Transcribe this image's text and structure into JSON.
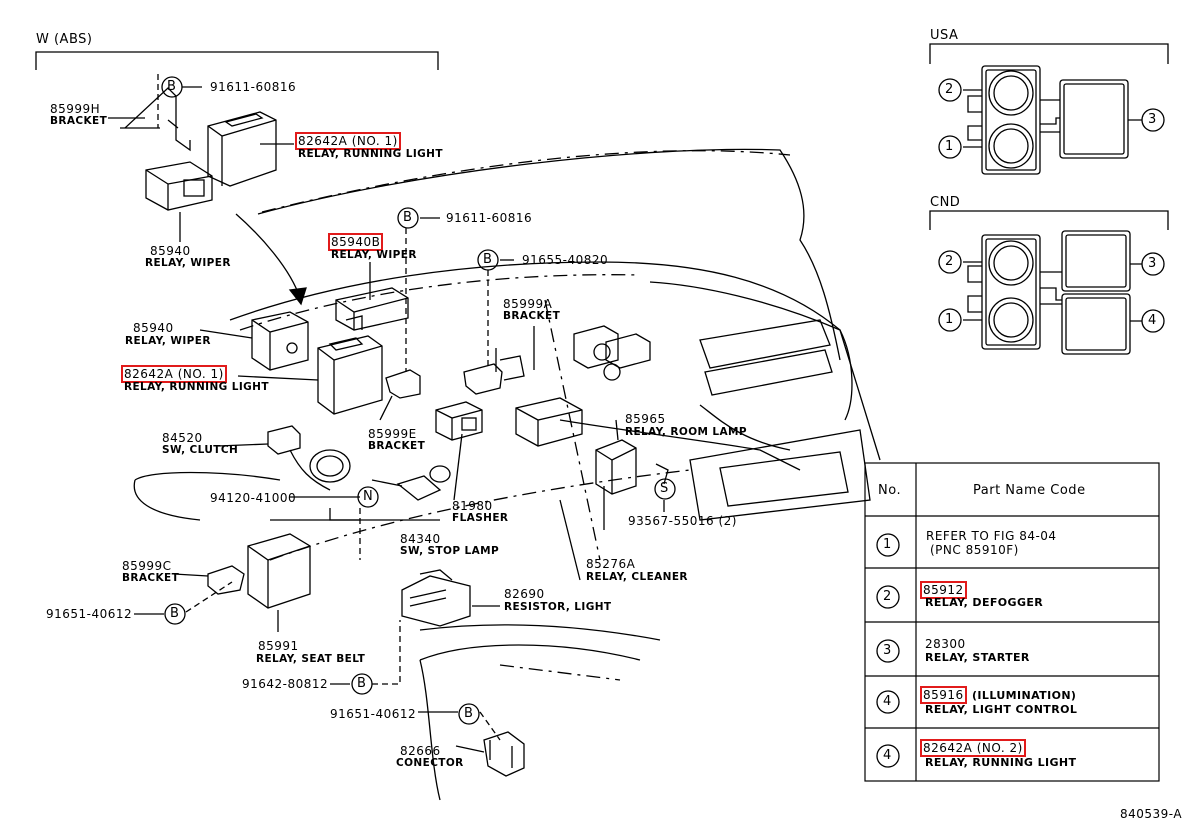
{
  "section_labels": {
    "abs": "W (ABS)",
    "usa": "USA",
    "cnd": "CND"
  },
  "figure_code": "840539-A",
  "ref_symbols": {
    "b": "B",
    "n": "N",
    "s": "S"
  },
  "parts": {
    "p91611_top": "91611-60816",
    "p85999h": "85999H",
    "p85999h_name": "BRACKET",
    "p82642a_top": "82642A (NO. 1)",
    "p82642a_top_name": "RELAY, RUNNING LIGHT",
    "p85940_top": "85940",
    "p85940_top_name": "RELAY, WIPER",
    "p91611_mid": "91611-60816",
    "p85940b": "85940B",
    "p85940b_name": "RELAY, WIPER",
    "p91655": "91655-40820",
    "p85999a": "85999A",
    "p85999a_name": "BRACKET",
    "p85940_mid": "85940",
    "p85940_mid_name": "RELAY, WIPER",
    "p82642a_mid": "82642A (NO. 1)",
    "p82642a_mid_name": "RELAY, RUNNING LIGHT",
    "p85965": "85965",
    "p85965_name": "RELAY, ROOM LAMP",
    "p84520": "84520",
    "p84520_name": "SW, CLUTCH",
    "p85999e": "85999E",
    "p85999e_name": "BRACKET",
    "p94120": "94120-41000",
    "p81980": "81980",
    "p81980_name": "FLASHER",
    "p93567": "93567-55016 (2)",
    "p84340": "84340",
    "p84340_name": "SW, STOP LAMP",
    "p85276a": "85276A",
    "p85276a_name": "RELAY, CLEANER",
    "p85999c": "85999C",
    "p85999c_name": "BRACKET",
    "p82690": "82690",
    "p82690_name": "RESISTOR, LIGHT",
    "p91651_a": "91651-40612",
    "p85991": "85991",
    "p85991_name": "RELAY, SEAT BELT",
    "p91642": "91642-80812",
    "p91651_b": "91651-40612",
    "p82666": "82666",
    "p82666_name": "CONECTOR"
  },
  "usa_callouts": [
    "2",
    "1",
    "3"
  ],
  "cnd_callouts": [
    "2",
    "1",
    "3",
    "4"
  ],
  "table": {
    "headers": {
      "no": "No.",
      "part": "Part Name Code"
    },
    "rows": [
      {
        "no": "1",
        "line1": "REFER TO FIG 84-04",
        "line2": "(PNC 85910F)"
      },
      {
        "no": "2",
        "code": "85912",
        "name": "RELAY, DEFOGGER"
      },
      {
        "no": "3",
        "code": "28300",
        "name": "RELAY, STARTER"
      },
      {
        "no": "4",
        "code": "85916",
        "extra": "(ILLUMINATION)",
        "name": "RELAY, LIGHT CONTROL"
      },
      {
        "no": "4",
        "code": "82642A (NO. 2)",
        "name": "RELAY, RUNNING LIGHT"
      }
    ]
  },
  "colors": {
    "highlight": "#e11b1b",
    "ink": "#000000"
  }
}
